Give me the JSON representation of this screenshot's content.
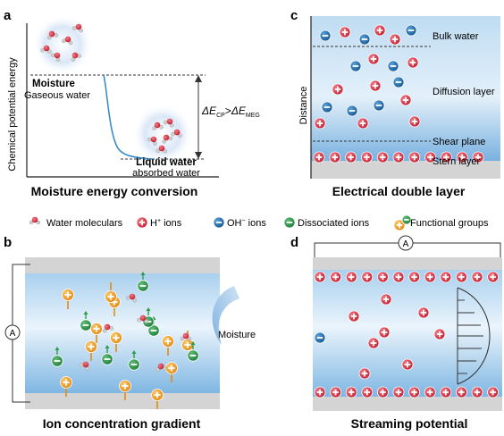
{
  "panel_a": {
    "letter": "a",
    "ylabel": "Chemical potential energy",
    "moisture_title": "Moisture",
    "moisture_sub": "Gaseous water",
    "liquid_title": "Liquid water",
    "liquid_sub": "absorbed water",
    "delta_e": "ΔE",
    "sub_cp": "CP",
    "gt": ">",
    "sub_meg": "MEG",
    "caption": "Moisture energy conversion"
  },
  "panel_c": {
    "letter": "c",
    "ylabel": "Distance",
    "bulk": "Bulk water",
    "diffusion": "Diffusion layer",
    "shear": "Shear plane",
    "stern": "Stern layer",
    "caption": "Electrical double layer"
  },
  "legend": {
    "water": "Water moleculars",
    "h_ion": "H",
    "h_sup": "+",
    "h_rest": " ions",
    "oh_ion": "OH",
    "oh_sup": "−",
    "oh_rest": " ions",
    "dissociated": "Dissociated ions",
    "functional": "Functional groups"
  },
  "panel_b": {
    "letter": "b",
    "meter": "A",
    "moisture": "Moisture",
    "caption": "Ion concentration gradient"
  },
  "panel_d": {
    "letter": "d",
    "meter": "A",
    "caption": "Streaming potential"
  },
  "colors": {
    "h_ion": "#d62b3a",
    "oh_ion": "#1f6bb0",
    "dissociated": "#2e9a4b",
    "functional": "#f0a030",
    "water_blue": "#c7e0f4"
  },
  "icons": [
    "plus-ion-icon",
    "minus-ion-icon",
    "water-molecule-icon",
    "ammeter-icon",
    "moisture-arrow-icon"
  ]
}
